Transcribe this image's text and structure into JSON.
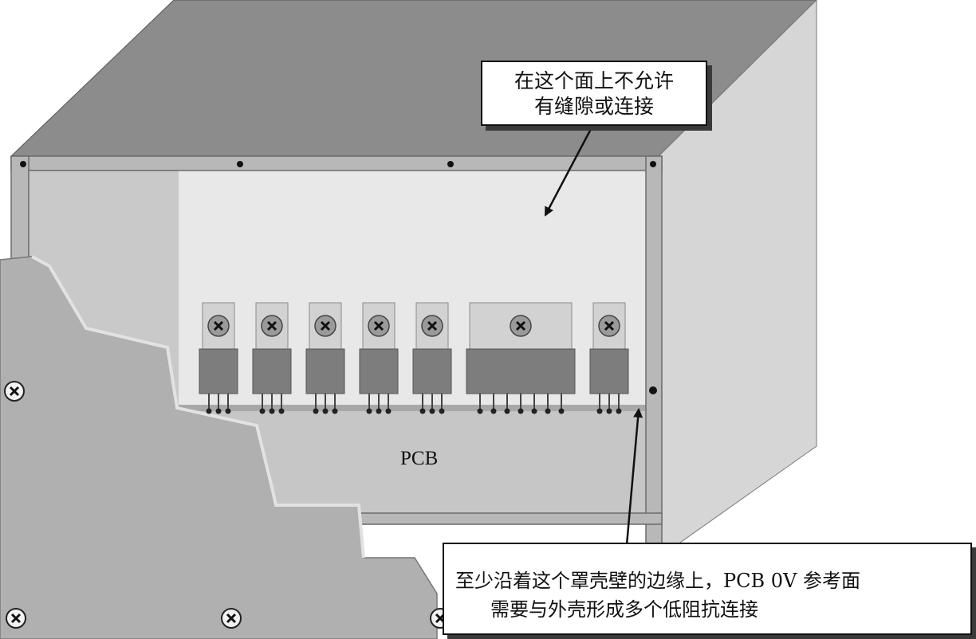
{
  "labels": {
    "top_callout": [
      "在这个面上不允许",
      "有缝隙或连接"
    ],
    "bottom_callout": [
      "至少沿着这个罩壳壁的边缘上，PCB 0V 参考面",
      "需要与外壳形成多个低阻抗连接"
    ],
    "pcb": "PCB"
  },
  "components": {
    "regulators_small_count": 6,
    "regulator_wide_count": 1,
    "small_pins_each": 3,
    "wide_pins": 7
  },
  "colors": {
    "enclosure_top": "#8c8c8c",
    "enclosure_right": "#d6d6d6",
    "back_wall": "#e8e8e8",
    "frame": "#b8b8b8",
    "cutaway_front": "#b0b0b0",
    "pcb": "#c6c6c6",
    "component_body": "#7d7d7d",
    "heatsink_tab": "#d2d2d2"
  }
}
